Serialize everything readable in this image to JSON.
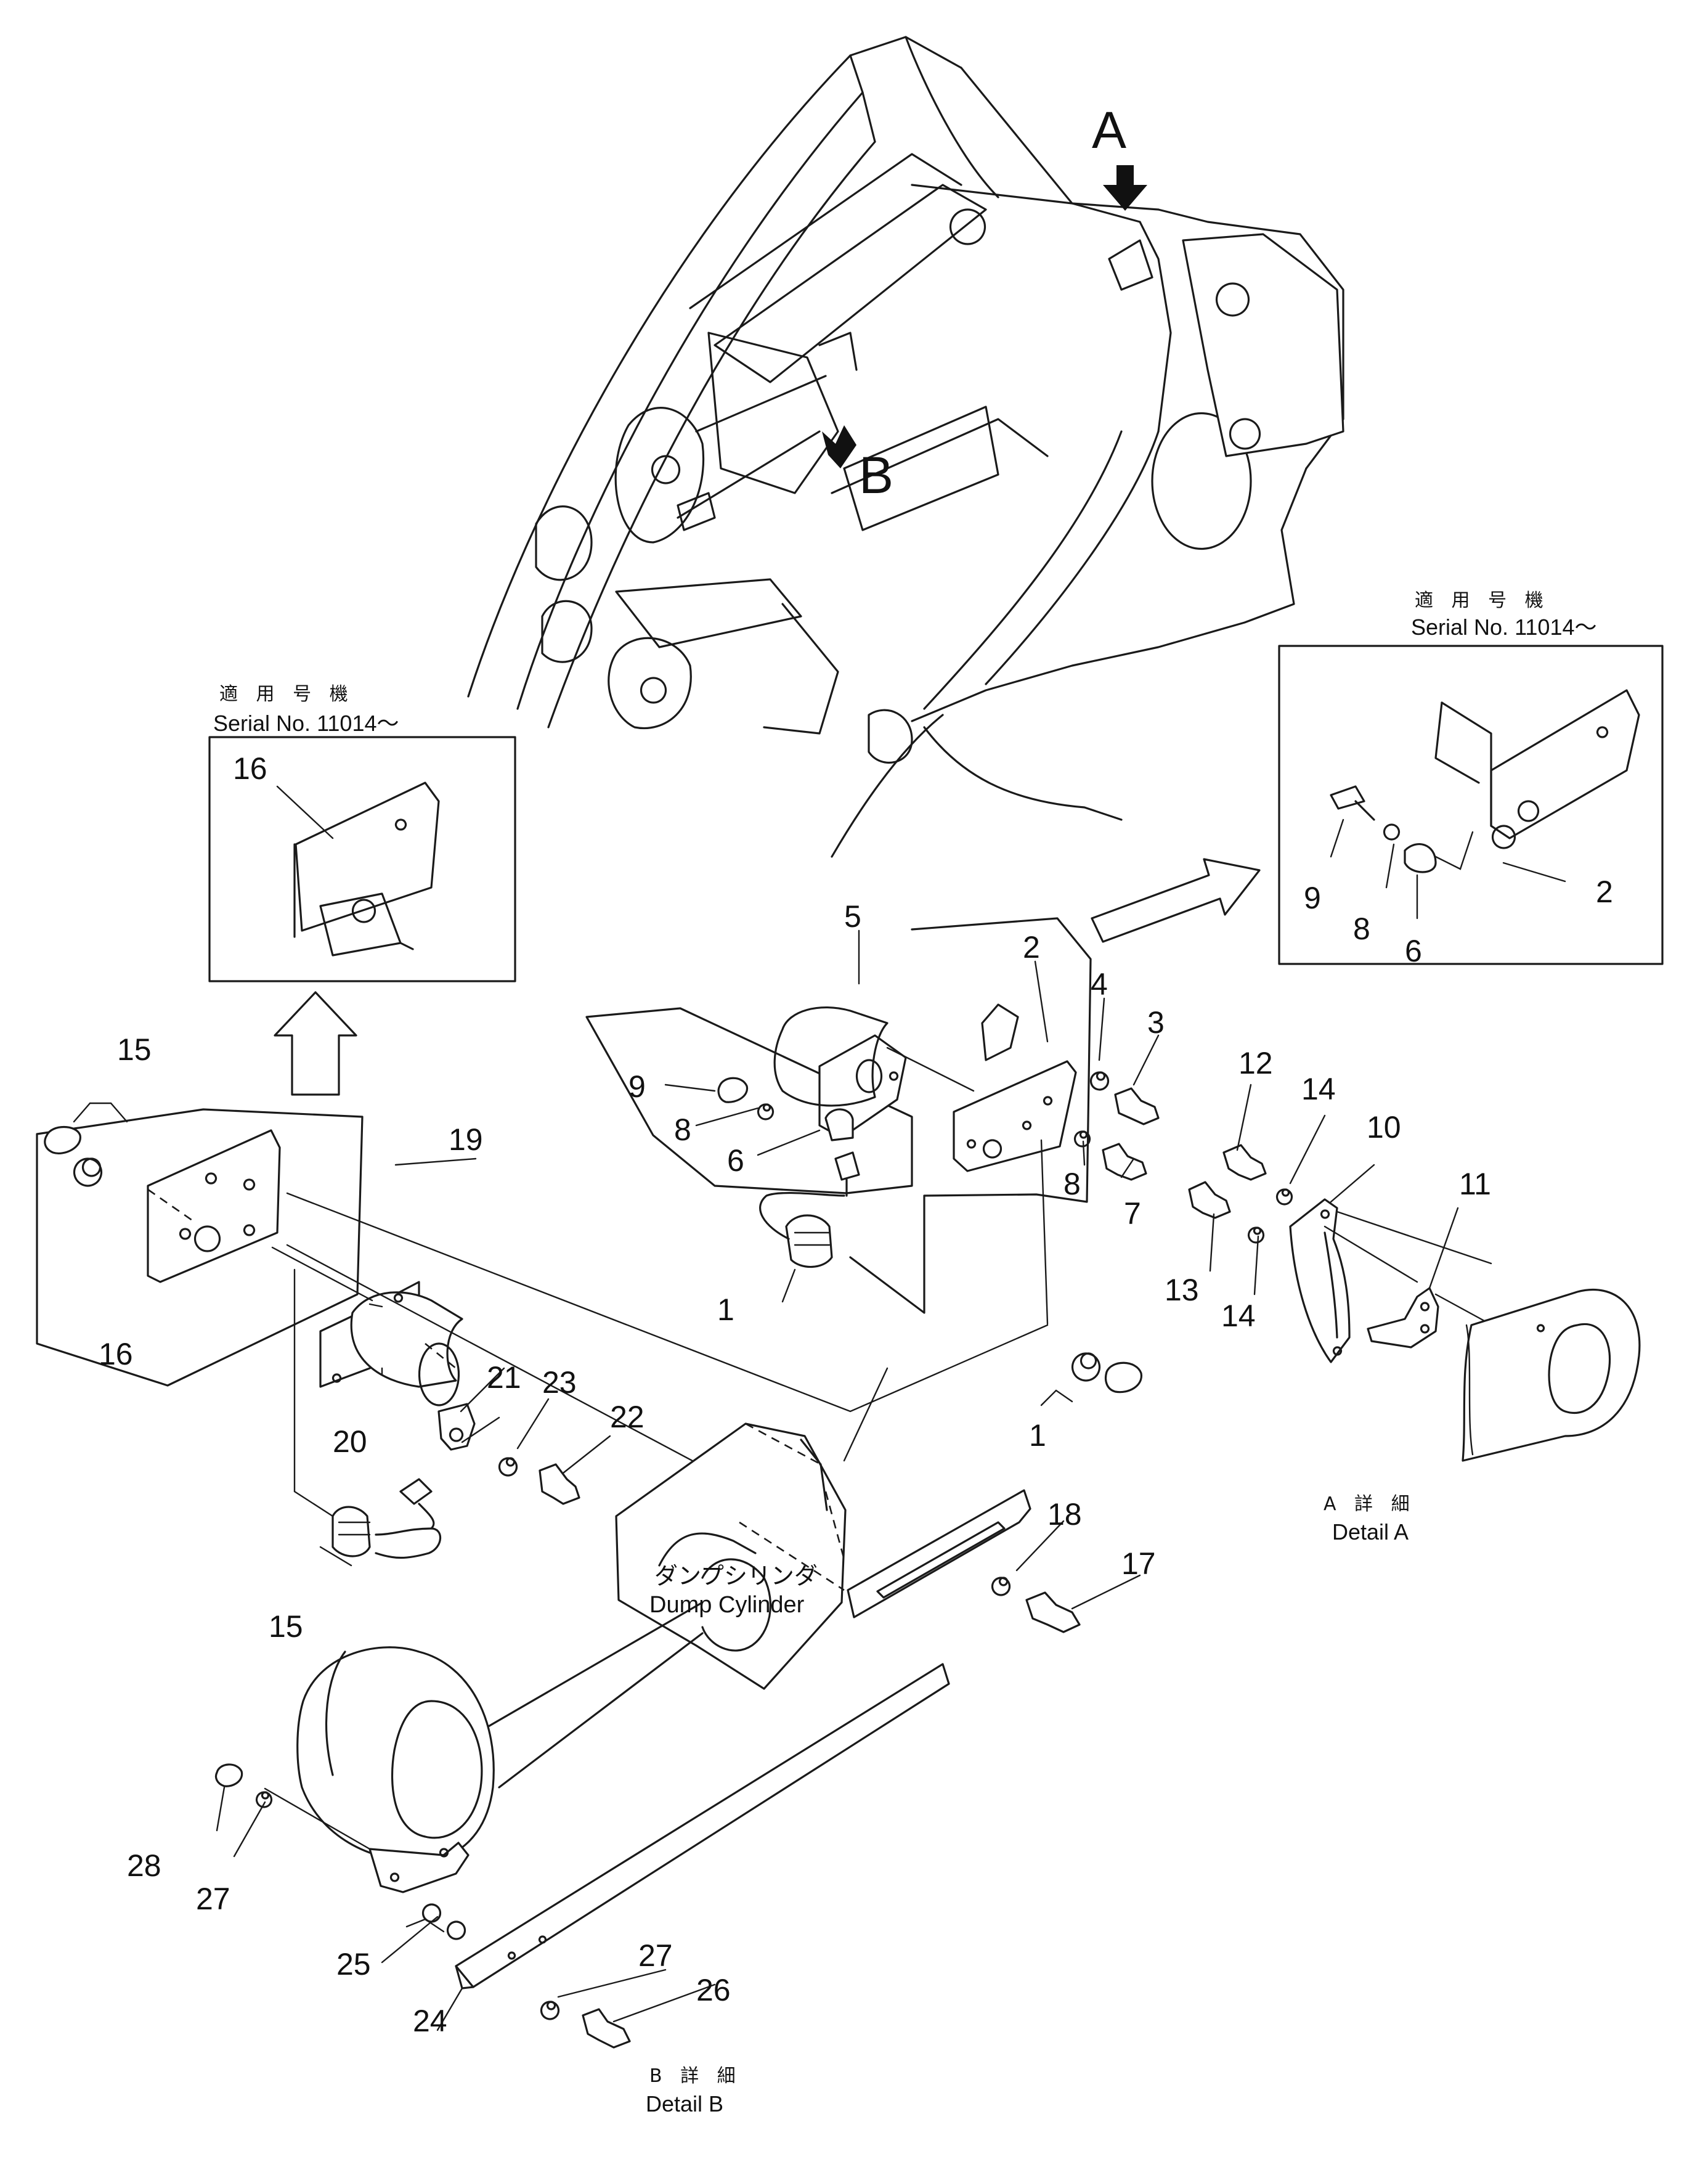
{
  "view_markers": {
    "a": "A",
    "b": "B"
  },
  "left_inset": {
    "jp": "適 用 号 機",
    "en": "Serial No. 11014～"
  },
  "right_inset": {
    "jp": "適 用 号 機",
    "en": "Serial No. 11014～"
  },
  "cylinder_label": {
    "jp": "ダンプシリンダ",
    "en": "Dump Cylinder"
  },
  "detail_a": {
    "jp": "A 詳 細",
    "en": "Detail A"
  },
  "detail_b": {
    "jp": "B 詳 細",
    "en": "Detail B"
  },
  "callouts": {
    "c1a": "1",
    "c1b": "1",
    "c2a": "2",
    "c2b": "2",
    "c3": "3",
    "c4": "4",
    "c5": "5",
    "c6a": "6",
    "c6b": "6",
    "c7": "7",
    "c8a": "8",
    "c8b": "8",
    "c8c": "8",
    "c9a": "9",
    "c9b": "9",
    "c10": "10",
    "c11": "11",
    "c12": "12",
    "c13": "13",
    "c14a": "14",
    "c14b": "14",
    "c15a": "15",
    "c15b": "15",
    "c16a": "16",
    "c16b": "16",
    "c17": "17",
    "c18": "18",
    "c19": "19",
    "c20": "20",
    "c21": "21",
    "c22": "22",
    "c23": "23",
    "c24": "24",
    "c25": "25",
    "c26": "26",
    "c27a": "27",
    "c27b": "27",
    "c28": "28"
  }
}
